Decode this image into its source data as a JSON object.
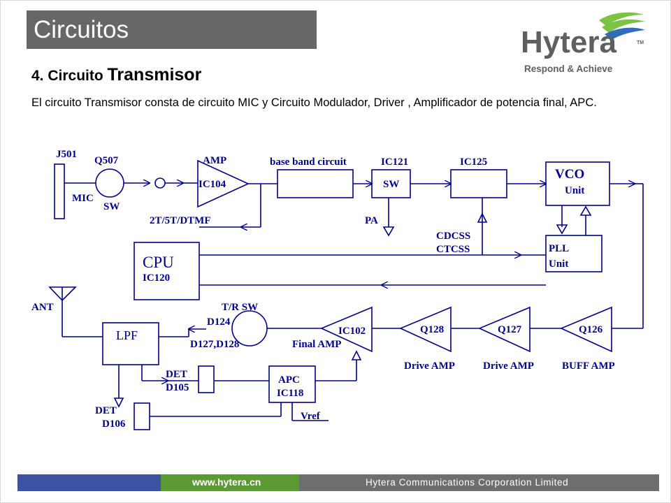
{
  "slide": {
    "title": "Circuitos",
    "heading_prefix": "4. Circuito",
    "heading_main": "Transmisor",
    "description": "El circuito Transmisor  consta de circuito  MIC y Circuito Modulador, Driver , Amplificador de potencia final, APC."
  },
  "logo": {
    "name": "Hytera",
    "tm": "TM",
    "tagline": "Respond & Achieve",
    "colors": {
      "text": "#5d5f60",
      "wing_green": "#7cc243",
      "wing_blue": "#2f6db6"
    }
  },
  "diagram": {
    "labels": {
      "j501": "J501",
      "mic": "MIC",
      "q507": "Q507",
      "sw_q507": "SW",
      "amp": "AMP",
      "ic104": "IC104",
      "baseband": "base band circuit",
      "ic121": "IC121",
      "sw_ic121": "SW",
      "pa": "PA",
      "ic125": "IC125",
      "vco": "VCO",
      "vco_unit": "Unit",
      "pll": "PLL",
      "pll_unit": "Unit",
      "tone": "2T/5T/DTMF",
      "cdcss": "CDCSS",
      "ctcss": "CTCSS",
      "cpu": "CPU",
      "ic120": "IC120",
      "ant": "ANT",
      "lpf": "LPF",
      "trsw": "T/R SW",
      "d124": "D124",
      "d127": "D127,D128",
      "ic102": "IC102",
      "final_amp": "Final AMP",
      "q128": "Q128",
      "q127": "Q127",
      "q126": "Q126",
      "drive_amp_1": "Drive AMP",
      "drive_amp_2": "Drive AMP",
      "buff_amp": "BUFF AMP",
      "det1": "DET",
      "d105": "D105",
      "det2": "DET",
      "d106": "D106",
      "apc": "APC",
      "ic118": "IC118",
      "vref": "Vref"
    },
    "colors": {
      "line": "#00008a"
    }
  },
  "footer": {
    "url": "www.hytera.cn",
    "company": "Hytera Communications Corporation Limited",
    "colors": {
      "blue": "#3b53a2",
      "green": "#5b9a32",
      "gray": "#6e6e6e"
    }
  }
}
